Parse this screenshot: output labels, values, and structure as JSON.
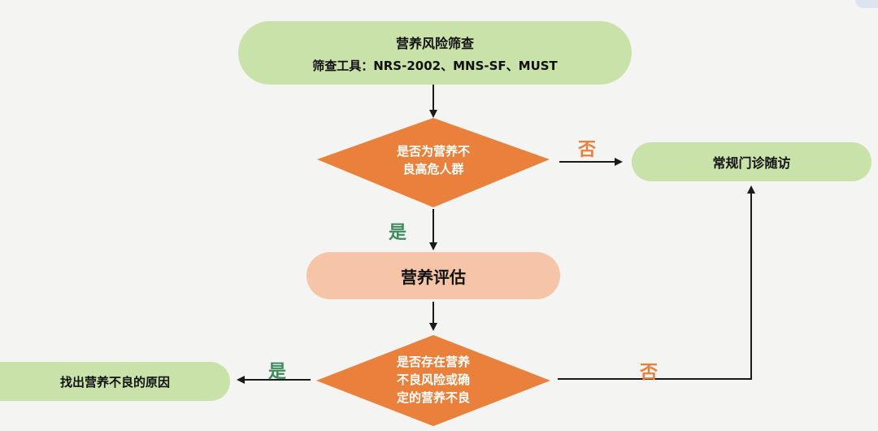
{
  "nodes": {
    "screening_title": "营养风险筛查",
    "screening_tools": "筛查工具：NRS-2002、MNS-SF、MUST",
    "decision_high_risk": "是否为营养不\n良高危人群",
    "routine_followup": "常规门诊随访",
    "assessment": "营养评估",
    "decision_malnutrition": "是否存在营养\n不良风险或确\n定的营养不良",
    "find_cause": "找出营养不良的原因"
  },
  "labels": {
    "no_1": "否",
    "yes_1": "是",
    "yes_2": "是",
    "no_2": "否"
  },
  "colors": {
    "green_fill": "#c9e2a9",
    "assessment_fill": "#f6c4a6",
    "diamond_fill": "#e9813c",
    "label_green": "#3e8a5c",
    "label_orange": "#e9813c",
    "arrow": "#1a1a1a"
  }
}
